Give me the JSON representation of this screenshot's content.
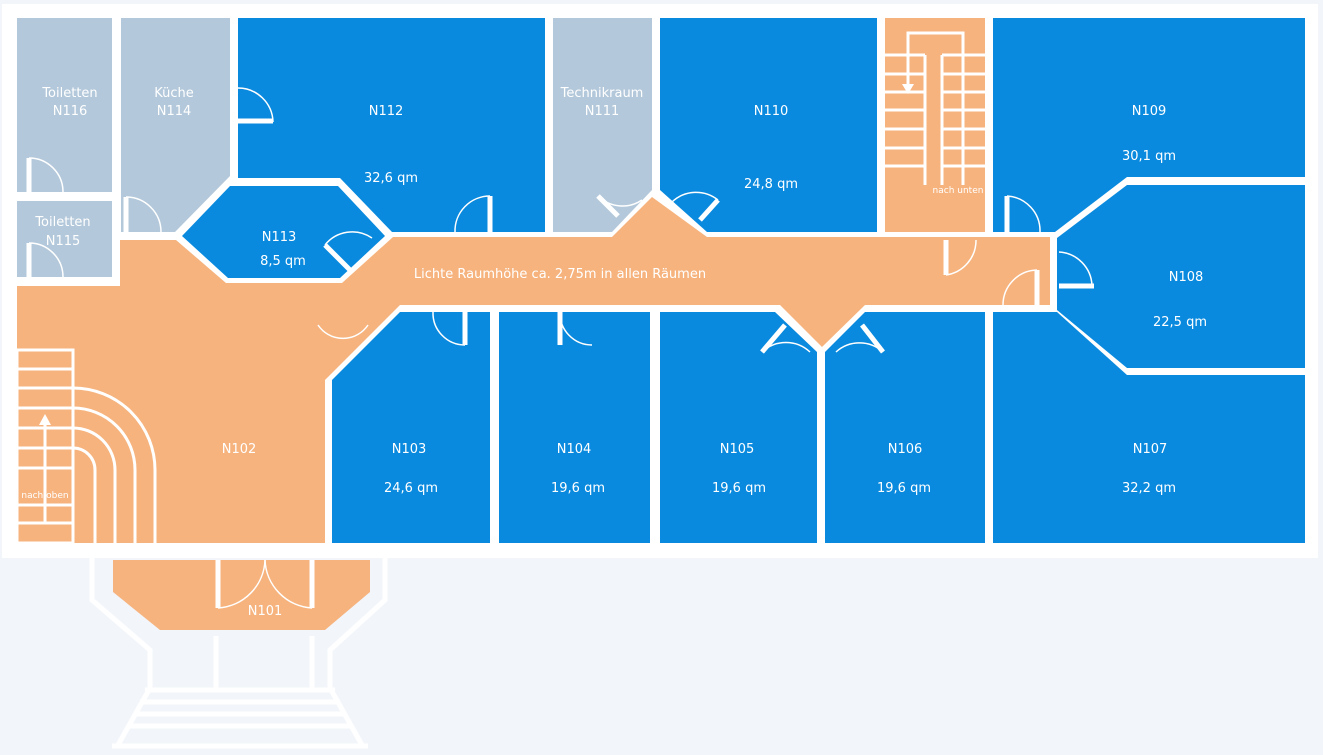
{
  "colors": {
    "office": "#0a8ade",
    "service": "#b3c8da",
    "circulation": "#f6b37e",
    "background": "#f2f5fa"
  },
  "corridor_note": "Lichte Raumhöhe ca. 2,75m in allen Räumen",
  "stairs": {
    "down": "nach unten",
    "up": "nach oben"
  },
  "rooms": {
    "n116": {
      "name": "Toiletten",
      "id": "N116"
    },
    "n115": {
      "name": "Toiletten",
      "id": "N115"
    },
    "n114": {
      "name": "Küche",
      "id": "N114"
    },
    "n112": {
      "id": "N112",
      "area": "32,6 qm"
    },
    "n113": {
      "id": "N113",
      "area": "8,5 qm"
    },
    "n111": {
      "name": "Technikraum",
      "id": "N111"
    },
    "n110": {
      "id": "N110",
      "area": "24,8 qm"
    },
    "n109": {
      "id": "N109",
      "area": "30,1 qm"
    },
    "n108": {
      "id": "N108",
      "area": "22,5 qm"
    },
    "n107": {
      "id": "N107",
      "area": "32,2 qm"
    },
    "n106": {
      "id": "N106",
      "area": "19,6 qm"
    },
    "n105": {
      "id": "N105",
      "area": "19,6 qm"
    },
    "n104": {
      "id": "N104",
      "area": "19,6 qm"
    },
    "n103": {
      "id": "N103",
      "area": "24,6 qm"
    },
    "n102": {
      "id": "N102"
    },
    "n101": {
      "id": "N101"
    }
  }
}
